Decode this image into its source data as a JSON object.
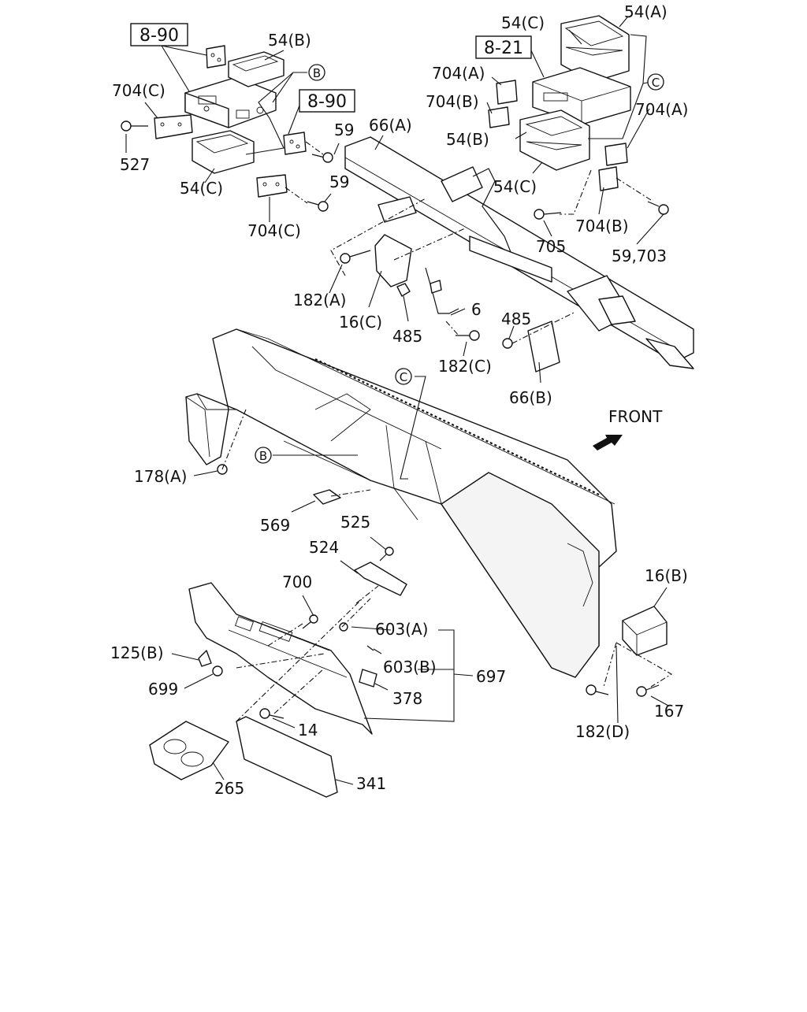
{
  "labels": {
    "l_54A_top": "54(A)",
    "l_54C_top": "54(C)",
    "l_54B_left": "54(B)",
    "l_704A_top": "704(A)",
    "l_704B_top": "704(B)",
    "l_54B_right": "54(B)",
    "l_704A_right": "704(A)",
    "l_704C_left": "704(C)",
    "l_527": "527",
    "l_54C_left": "54(C)",
    "l_59_a": "59",
    "l_59_b": "59",
    "l_66A": "66(A)",
    "l_704C_mid": "704(C)",
    "l_54C_mid": "54(C)",
    "l_704B_right": "704(B)",
    "l_705": "705",
    "l_59_703": "59,703",
    "l_182A": "182(A)",
    "l_16C": "16(C)",
    "l_485_a": "485",
    "l_6": "6",
    "l_485_b": "485",
    "l_182C": "182(C)",
    "l_66B": "66(B)",
    "l_front": "FRONT",
    "l_178A": "178(A)",
    "l_569": "569",
    "l_525": "525",
    "l_524": "524",
    "l_700": "700",
    "l_16B": "16(B)",
    "l_603A": "603(A)",
    "l_125B": "125(B)",
    "l_603B": "603(B)",
    "l_697": "697",
    "l_699": "699",
    "l_378": "378",
    "l_14": "14",
    "l_182D": "182(D)",
    "l_167": "167",
    "l_265": "265",
    "l_341": "341"
  },
  "boxed_refs": {
    "ref_890_top": "8-90",
    "ref_821": "8-21",
    "ref_890_mid": "8-90"
  },
  "circle_refs": {
    "circ_B_top": "B",
    "circ_C_top": "C",
    "circ_C_mid": "C",
    "circ_B_mid": "B"
  }
}
